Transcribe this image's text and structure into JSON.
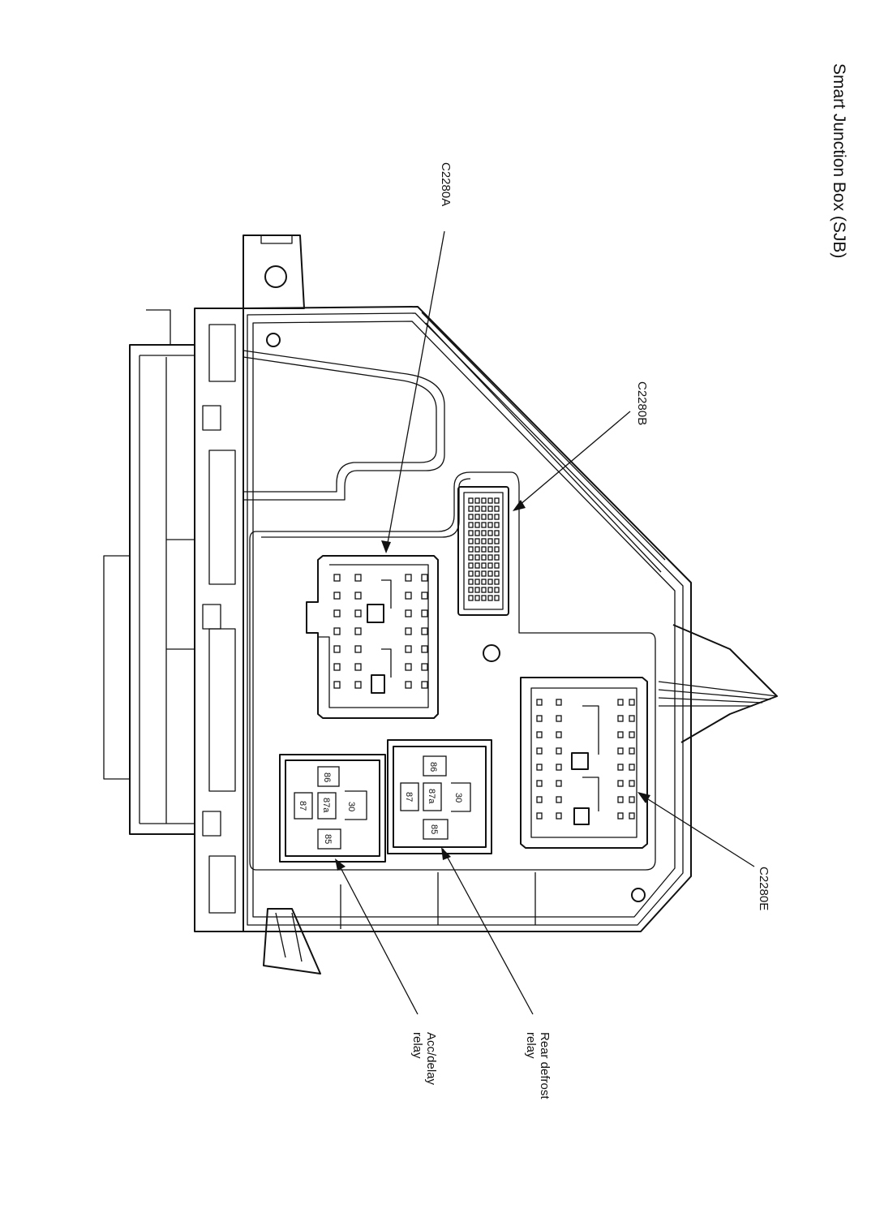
{
  "title": "Smart Junction Box (SJB)",
  "callouts": {
    "c2280a": "C2280A",
    "c2280b": "C2280B",
    "c2280e": "C2280E",
    "rear_defrost_relay": [
      "Rear defrost",
      "relay"
    ],
    "acc_delay_relay": [
      "Acc/delay",
      "relay"
    ]
  },
  "relay_pins": {
    "p86": "86",
    "p87a": "87a",
    "p87": "87",
    "p30": "30",
    "p85": "85"
  },
  "colors": {
    "line": "#111111",
    "background": "#ffffff"
  }
}
